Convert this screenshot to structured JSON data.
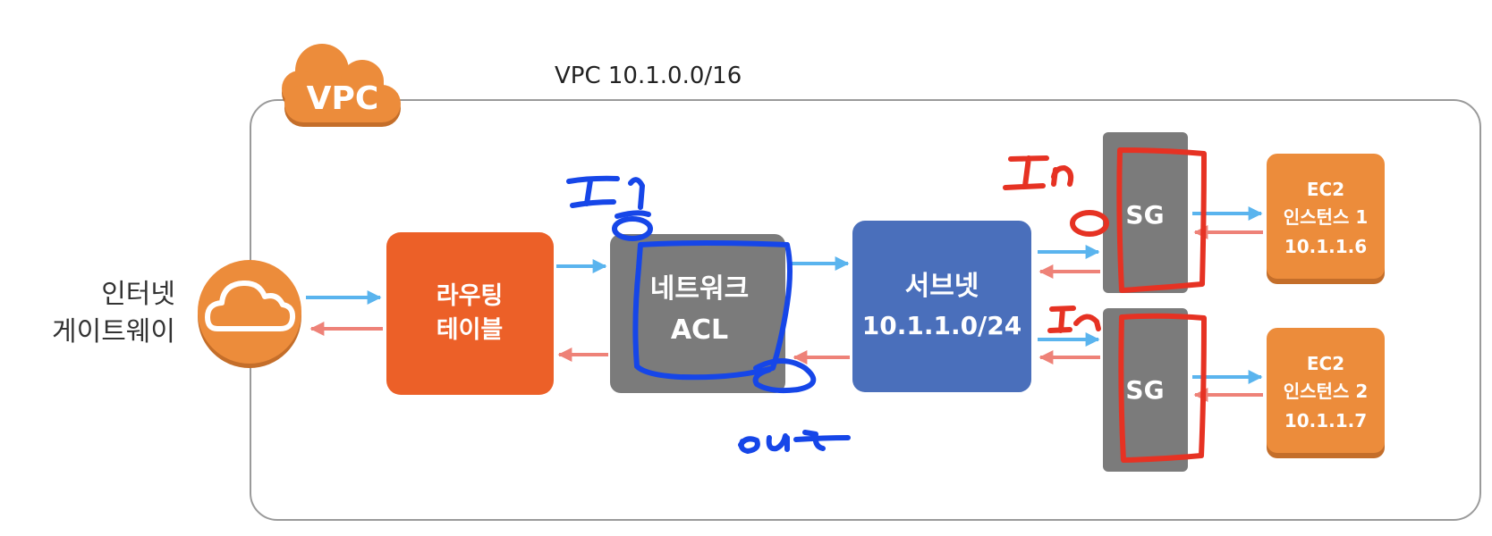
{
  "vpc": {
    "badge_label": "VPC",
    "cidr_label": "VPC 10.1.0.0/16"
  },
  "internet_gateway": {
    "line1": "인터넷",
    "line2": "게이트웨이"
  },
  "route_table": {
    "line1": "라우팅",
    "line2": "테이블"
  },
  "network_acl": {
    "line1": "네트워크",
    "line2": "ACL"
  },
  "subnet": {
    "line1": "서브넷",
    "line2": "10.1.1.0/24"
  },
  "security_groups": [
    {
      "label": "SG"
    },
    {
      "label": "SG"
    }
  ],
  "instances": [
    {
      "line1": "EC2",
      "line2": "인스턴스 1",
      "line3": "10.1.1.6"
    },
    {
      "line1": "EC2",
      "line2": "인스턴스 2",
      "line3": "10.1.1.7"
    }
  ],
  "colors": {
    "orange": "#ec8c3b",
    "route_orange": "#ec6028",
    "acl_gray": "#7b7b7b",
    "subnet_blue": "#4a6fbb",
    "arrow_in": "#5ab4ee",
    "arrow_out": "#ee8278",
    "ink_blue": "#1646e8",
    "ink_red": "#e63223"
  }
}
